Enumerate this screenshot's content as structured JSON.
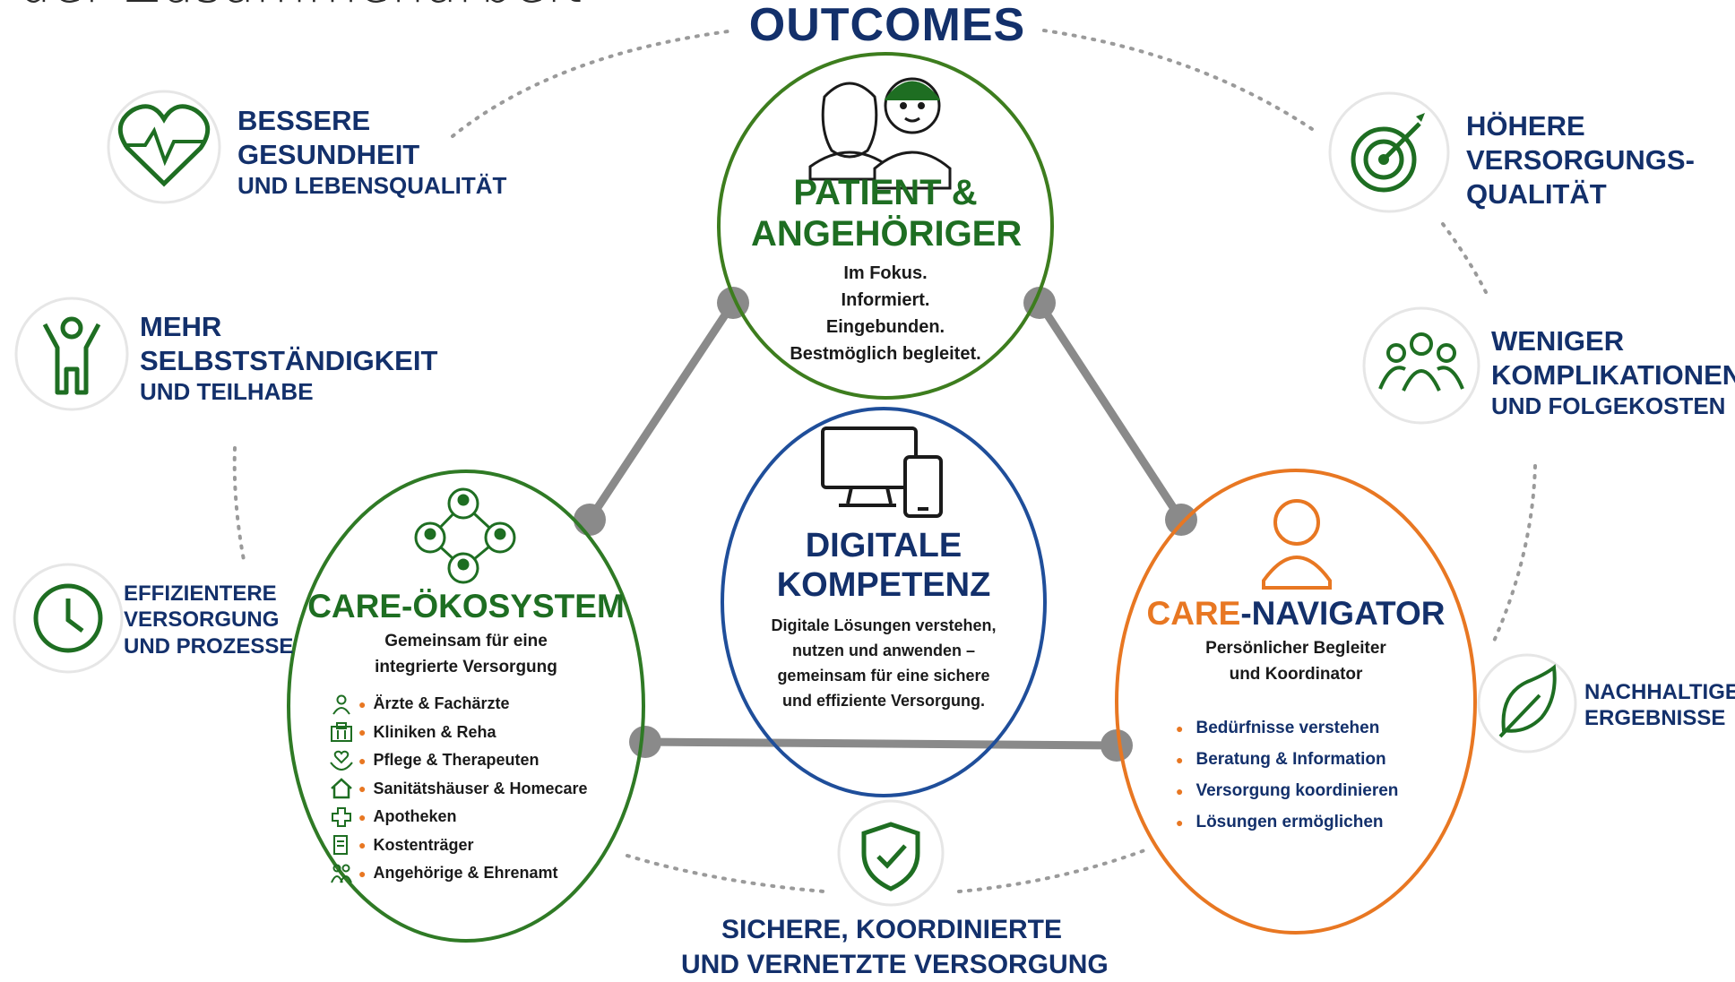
{
  "page": {
    "title": "der Zusammenarbeit"
  },
  "outcomes": {
    "title": "OUTCOMES"
  },
  "patient": {
    "title_line1": "PATIENT &",
    "title_line2": "ANGEHÖRIGER",
    "lines": [
      "Im Fokus.",
      "Informiert.",
      "Eingebunden.",
      "Bestmöglich begleitet."
    ]
  },
  "digital": {
    "title_line1": "DIGITALE",
    "title_line2": "KOMPETENZ",
    "lines": [
      "Digitale Lösungen verstehen,",
      "nutzen und anwenden –",
      "gemeinsam für eine sichere",
      "und effiziente Versorgung."
    ]
  },
  "ecosystem": {
    "title": "CARE-ÖKOSYSTEM",
    "sub_line1": "Gemeinsam für eine",
    "sub_line2": "integrierte Versorgung",
    "items": [
      {
        "label": "Ärzte & Fachärzte",
        "icon": "doctor-icon"
      },
      {
        "label": "Kliniken & Reha",
        "icon": "hospital-icon"
      },
      {
        "label": "Pflege & Therapeuten",
        "icon": "care-hands-icon"
      },
      {
        "label": "Sanitätshäuser & Homecare",
        "icon": "home-icon"
      },
      {
        "label": "Apotheken",
        "icon": "pharmacy-cross-icon"
      },
      {
        "label": "Kostenträger",
        "icon": "document-icon"
      },
      {
        "label": "Angehörige & Ehrenamt",
        "icon": "family-icon"
      }
    ]
  },
  "navigator": {
    "title_orange": "CARE",
    "title_blue": "-NAVIGATOR",
    "sub_line1": "Persönlicher Begleiter",
    "sub_line2": "und Koordinator",
    "items": [
      "Bedürfnisse verstehen",
      "Beratung & Information",
      "Versorgung koordinieren",
      "Lösungen ermöglichen"
    ]
  },
  "outcome_items": {
    "health": {
      "line1": "BESSERE",
      "line2": "GESUNDHEIT",
      "line3": "UND LEBENSQUALITÄT",
      "icon": "heart-pulse-icon"
    },
    "independence": {
      "line1": "MEHR",
      "line2": "SELBSTSTÄNDIGKEIT",
      "line3": "UND TEILHABE",
      "icon": "person-cheer-icon"
    },
    "efficiency": {
      "line1": "EFFIZIENTERE",
      "line2": "VERSORGUNG",
      "line3": "UND PROZESSE",
      "icon": "clock-icon"
    },
    "quality": {
      "line1": "HÖHERE",
      "line2": "VERSORGUNGS-",
      "line3": "QUALITÄT",
      "icon": "target-icon"
    },
    "complications": {
      "line1": "WENIGER",
      "line2": "KOMPLIKATIONEN",
      "line3": "UND FOLGEKOSTEN",
      "icon": "group-icon"
    },
    "sustainable": {
      "line1": "NACHHALTIGE",
      "line2": "ERGEBNISSE",
      "icon": "leaf-icon"
    }
  },
  "bottom": {
    "line1": "SICHERE, KOORDINIERTE",
    "line2": "UND VERNETZTE VERSORGUNG",
    "icon": "shield-check-icon"
  },
  "colors": {
    "green": "#1e6e22",
    "navy": "#13306b",
    "orange": "#e87722",
    "blue_ring": "#1f4e9a",
    "connector": "#888888"
  }
}
